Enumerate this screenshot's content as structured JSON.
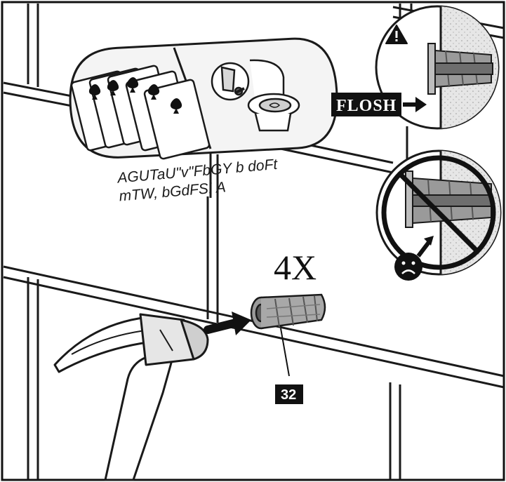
{
  "illustration": {
    "quantity_label": "4X",
    "part_number": "32",
    "flosh_label": "FLOSH",
    "caption_line1": "AGUTaU\"v\"FbGY b doFt",
    "caption_line2": "mTW, bGdFS! A"
  },
  "icons": {
    "warning": "warning-triangle-icon",
    "cards": "playing-cards-icon",
    "toilet": "toilet-flush-icon",
    "hammer": "hammer-icon",
    "anchor": "wall-anchor-icon",
    "prohibited": "prohibited-icon",
    "sad": "sad-face-icon"
  },
  "colors": {
    "line": "#1a1a1a",
    "wall": "#f2f2f2",
    "tile_gray": "#e3e3e3",
    "anchor_gray": "#8a8a8a",
    "label_bg": "#111111"
  }
}
